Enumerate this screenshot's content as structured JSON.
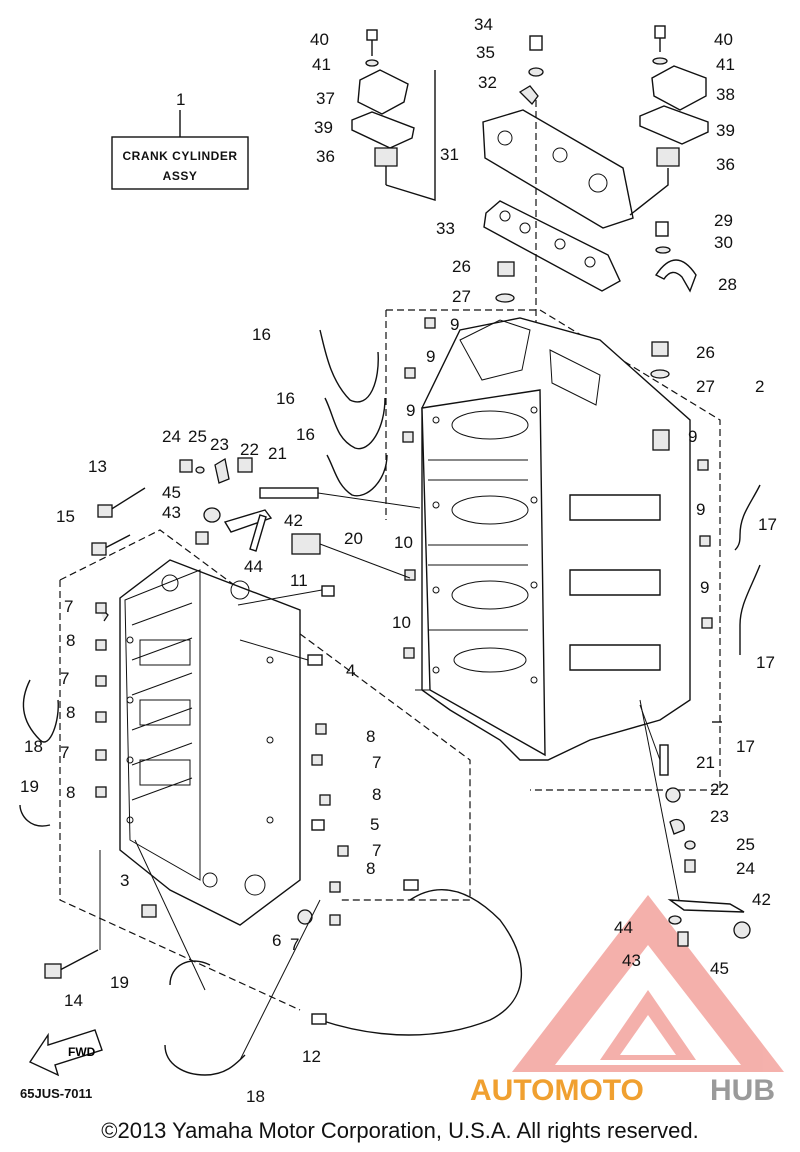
{
  "diagram": {
    "box_label": {
      "line1": "CRANK CYLINDER",
      "line2": "ASSY"
    },
    "figure_code": "65JUS-7011",
    "fwd_label": "FWD",
    "callouts": [
      {
        "id": "c40a",
        "text": "40"
      },
      {
        "id": "c41a",
        "text": "41"
      },
      {
        "id": "c37",
        "text": "37"
      },
      {
        "id": "c39a",
        "text": "39"
      },
      {
        "id": "c36a",
        "text": "36"
      },
      {
        "id": "c1",
        "text": "1"
      },
      {
        "id": "c34",
        "text": "34"
      },
      {
        "id": "c35",
        "text": "35"
      },
      {
        "id": "c32",
        "text": "32"
      },
      {
        "id": "c31",
        "text": "31"
      },
      {
        "id": "c33",
        "text": "33"
      },
      {
        "id": "c40b",
        "text": "40"
      },
      {
        "id": "c41b",
        "text": "41"
      },
      {
        "id": "c38",
        "text": "38"
      },
      {
        "id": "c39b",
        "text": "39"
      },
      {
        "id": "c36b",
        "text": "36"
      },
      {
        "id": "c29",
        "text": "29"
      },
      {
        "id": "c30",
        "text": "30"
      },
      {
        "id": "c28",
        "text": "28"
      },
      {
        "id": "c26a",
        "text": "26"
      },
      {
        "id": "c27a",
        "text": "27"
      },
      {
        "id": "c26b",
        "text": "26"
      },
      {
        "id": "c27b",
        "text": "27"
      },
      {
        "id": "c2",
        "text": "2"
      },
      {
        "id": "c16a",
        "text": "16"
      },
      {
        "id": "c16b",
        "text": "16"
      },
      {
        "id": "c16c",
        "text": "16"
      },
      {
        "id": "c9a",
        "text": "9"
      },
      {
        "id": "c9b",
        "text": "9"
      },
      {
        "id": "c9c",
        "text": "9"
      },
      {
        "id": "c9d",
        "text": "9"
      },
      {
        "id": "c9e",
        "text": "9"
      },
      {
        "id": "c9f",
        "text": "9"
      },
      {
        "id": "c24a",
        "text": "24"
      },
      {
        "id": "c25a",
        "text": "25"
      },
      {
        "id": "c23a",
        "text": "23"
      },
      {
        "id": "c22a",
        "text": "22"
      },
      {
        "id": "c21a",
        "text": "21"
      },
      {
        "id": "c13",
        "text": "13"
      },
      {
        "id": "c45a",
        "text": "45"
      },
      {
        "id": "c43a",
        "text": "43"
      },
      {
        "id": "c42a",
        "text": "42"
      },
      {
        "id": "c44a",
        "text": "44"
      },
      {
        "id": "c20",
        "text": "20"
      },
      {
        "id": "c15",
        "text": "15"
      },
      {
        "id": "c10a",
        "text": "10"
      },
      {
        "id": "c10b",
        "text": "10"
      },
      {
        "id": "c11",
        "text": "11"
      },
      {
        "id": "c4",
        "text": "4"
      },
      {
        "id": "c17a",
        "text": "17"
      },
      {
        "id": "c17b",
        "text": "17"
      },
      {
        "id": "c17c",
        "text": "17"
      },
      {
        "id": "c7a",
        "text": "7"
      },
      {
        "id": "c8a",
        "text": "8"
      },
      {
        "id": "c7b",
        "text": "7"
      },
      {
        "id": "c8b",
        "text": "8"
      },
      {
        "id": "c7c",
        "text": "7"
      },
      {
        "id": "c8c",
        "text": "8"
      },
      {
        "id": "c18a",
        "text": "18"
      },
      {
        "id": "c19a",
        "text": "19"
      },
      {
        "id": "c8d",
        "text": "8"
      },
      {
        "id": "c7d",
        "text": "7"
      },
      {
        "id": "c8e",
        "text": "8"
      },
      {
        "id": "c5",
        "text": "5"
      },
      {
        "id": "c7e",
        "text": "7"
      },
      {
        "id": "c8f",
        "text": "8"
      },
      {
        "id": "c3",
        "text": "3"
      },
      {
        "id": "c6",
        "text": "6"
      },
      {
        "id": "c7f",
        "text": "7"
      },
      {
        "id": "c21b",
        "text": "21"
      },
      {
        "id": "c22b",
        "text": "22"
      },
      {
        "id": "c23b",
        "text": "23"
      },
      {
        "id": "c25b",
        "text": "25"
      },
      {
        "id": "c24b",
        "text": "24"
      },
      {
        "id": "c42b",
        "text": "42"
      },
      {
        "id": "c44b",
        "text": "44"
      },
      {
        "id": "c43b",
        "text": "43"
      },
      {
        "id": "c45b",
        "text": "45"
      },
      {
        "id": "c14",
        "text": "14"
      },
      {
        "id": "c19b",
        "text": "19"
      },
      {
        "id": "c12",
        "text": "12"
      },
      {
        "id": "c18b",
        "text": "18"
      }
    ]
  },
  "watermark": {
    "part1": "AUTOMOTO",
    "part2": "HUB",
    "color_red": "#e8453c",
    "color_orange": "#f0a030",
    "color_gray": "#9a9a9a"
  },
  "footer": {
    "copyright": "©2013 Yamaha Motor Corporation, U.S.A. All rights reserved."
  }
}
